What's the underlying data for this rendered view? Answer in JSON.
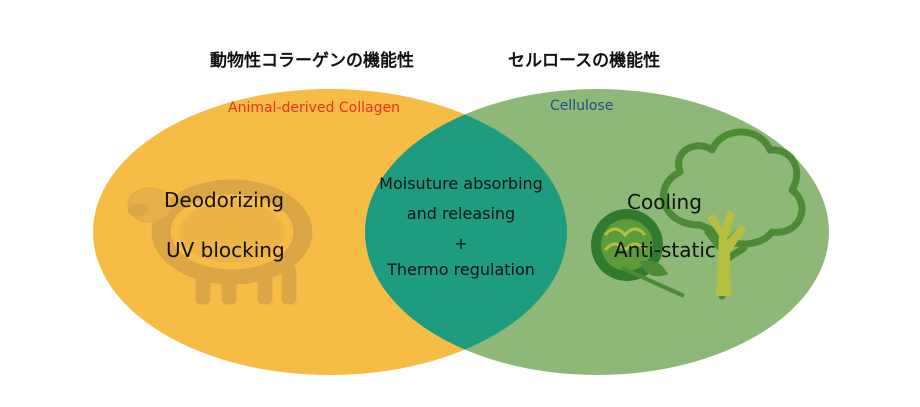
{
  "headings": {
    "collagen_jp": "動物性コラーゲンの機能性",
    "cellulose_jp": "セルロースの機能性"
  },
  "labels": {
    "collagen_en": "Animal-derived Collagen",
    "cellulose_en": "Cellulose"
  },
  "collagen_features": [
    "Deodorizing",
    "UV blocking"
  ],
  "cellulose_features": [
    "Cooling",
    "Anti-static"
  ],
  "shared_features": {
    "line1": "Moisuture absorbing",
    "line2": "and releasing",
    "plus": "+",
    "line3": "Thermo  regulation"
  },
  "colors": {
    "collagen_fill": "#F7BC45",
    "cellulose_fill": "#8DB877",
    "overlap_fill": "#1E9C80",
    "collagen_label": "#E8331B",
    "cellulose_label": "#1F4E8C",
    "sheep_icon": "#DDA645",
    "plant_icon": "#4E8A36"
  },
  "icons": [
    "sheep-icon",
    "tree-icon",
    "cotton-plant-icon"
  ]
}
